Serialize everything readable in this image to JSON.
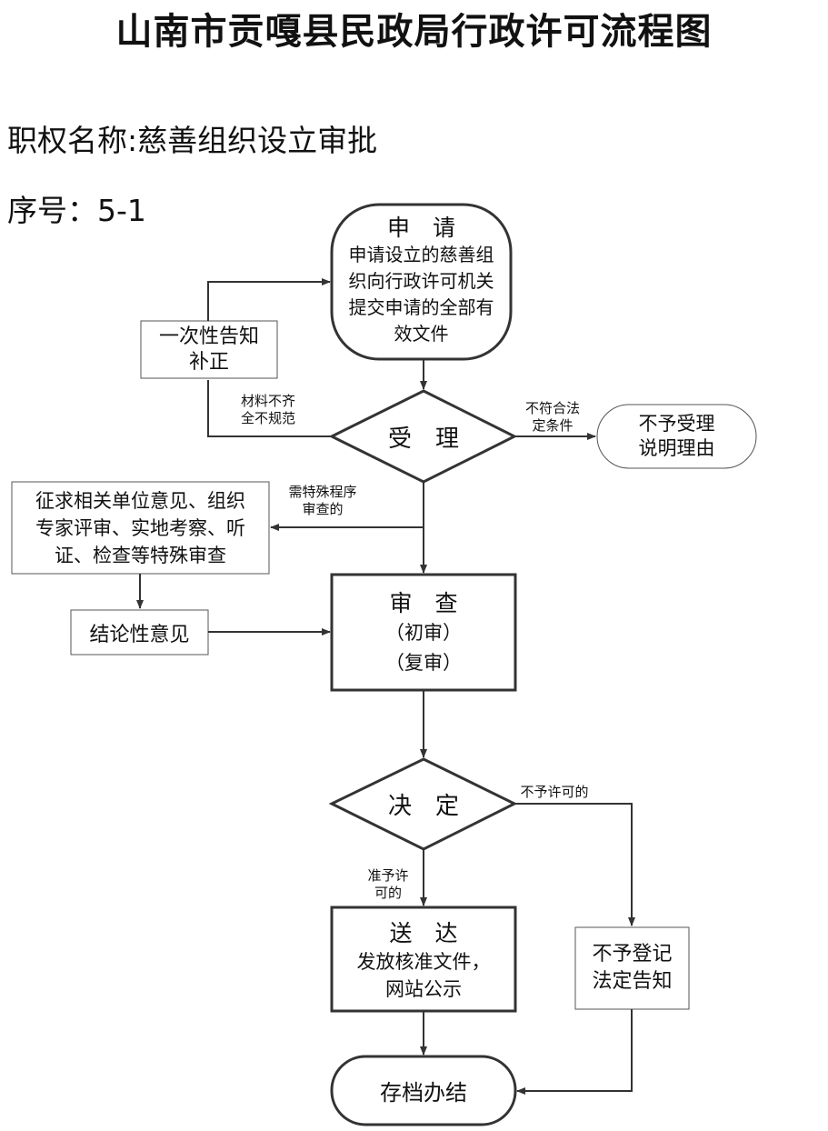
{
  "title": "山南市贡嘎县民政局行政许可流程图",
  "authority_name": "职权名称:慈善组织设立审批",
  "serial_number": "序号：5-1",
  "nodes": {
    "apply_title": "申　请",
    "apply_body": "申请设立的慈善组\n织向行政许可机关\n提交申请的全部有\n效文件",
    "notify_correction": "一次性告知\n补正",
    "accept": "受　理",
    "reject_accept": "不予受理\n说明理由",
    "special_review": "征求相关单位意见、组织\n专家评审、实地考察、听\n证、检查等特殊审查",
    "conclusion": "结论性意见",
    "review_title": "审　查",
    "review_body": "（初审）\n（复审）",
    "decide": "决　定",
    "deliver_title": "送　达",
    "deliver_body": "发放核准文件，\n网站公示",
    "no_register": "不予登记\n法定告知",
    "archive": "存档办结"
  },
  "edge_labels": {
    "incomplete": "材料不齐\n全不规范",
    "not_qualified": "不符合法\n定条件",
    "special_procedure": "需特殊程序\n审查的",
    "not_permitted": "不予许可的",
    "permitted": "准予许\n可的"
  }
}
